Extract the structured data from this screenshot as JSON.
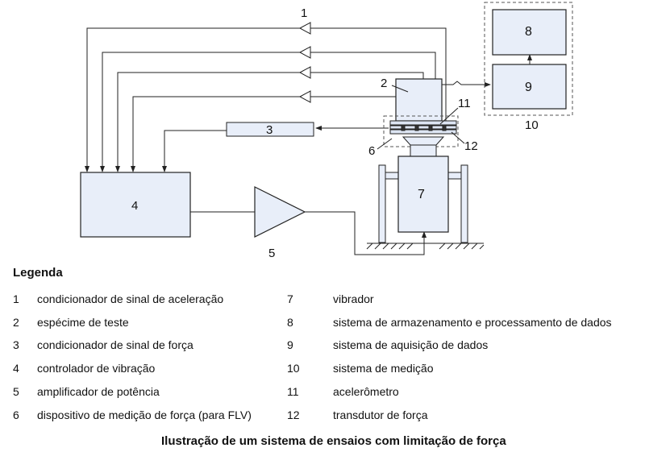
{
  "diagram": {
    "labels": {
      "n1": "1",
      "n2": "2",
      "n3": "3",
      "n4": "4",
      "n5": "5",
      "n6": "6",
      "n7": "7",
      "n8": "8",
      "n9": "9",
      "n10": "10",
      "n11": "11",
      "n12": "12"
    },
    "colors": {
      "box_fill": "#e8eef9",
      "line": "#222222"
    }
  },
  "legend": {
    "title": "Legenda",
    "items": [
      {
        "num": "1",
        "text": "condicionador de sinal de aceleração"
      },
      {
        "num": "2",
        "text": "espécime de teste"
      },
      {
        "num": "3",
        "text": "condicionador de sinal de força"
      },
      {
        "num": "4",
        "text": "controlador de vibração"
      },
      {
        "num": "5",
        "text": "amplificador de potência"
      },
      {
        "num": "6",
        "text": "dispositivo de medição de força (para FLV)"
      },
      {
        "num": "7",
        "text": "vibrador"
      },
      {
        "num": "8",
        "text": "sistema de armazenamento e processamento de dados"
      },
      {
        "num": "9",
        "text": "sistema de aquisição de dados"
      },
      {
        "num": "10",
        "text": "sistema de medição"
      },
      {
        "num": "11",
        "text": "acelerômetro"
      },
      {
        "num": "12",
        "text": "transdutor de força"
      }
    ]
  },
  "caption": "Ilustração de um sistema de ensaios com limitação de força"
}
